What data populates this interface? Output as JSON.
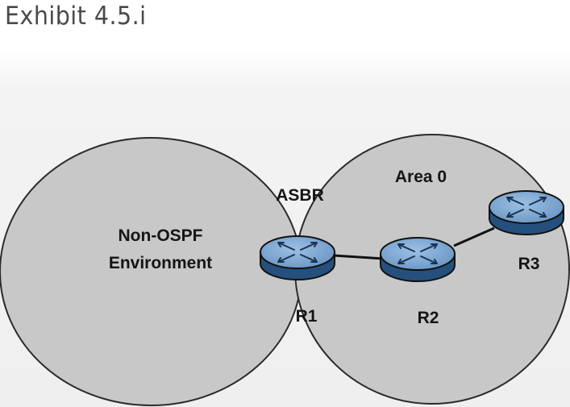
{
  "title": "Exhibit 4.5.i",
  "diagram": {
    "regions": [
      {
        "id": "non-ospf",
        "label_lines": [
          "Non-OSPF",
          "Environment"
        ],
        "fill": "#c7c7c7"
      },
      {
        "id": "area0",
        "label": "Area 0",
        "fill": "#c7c7c7"
      }
    ],
    "routers": [
      {
        "id": "R1",
        "label": "R1",
        "role_label": "ASBR"
      },
      {
        "id": "R2",
        "label": "R2"
      },
      {
        "id": "R3",
        "label": "R3"
      }
    ],
    "links": [
      {
        "from": "R1",
        "to": "R2"
      },
      {
        "from": "R2",
        "to": "R3"
      }
    ],
    "colors": {
      "router_top": "#7aa7d4",
      "router_side": "#244a74",
      "outline": "#111111",
      "background": "#f1f1f1"
    }
  }
}
